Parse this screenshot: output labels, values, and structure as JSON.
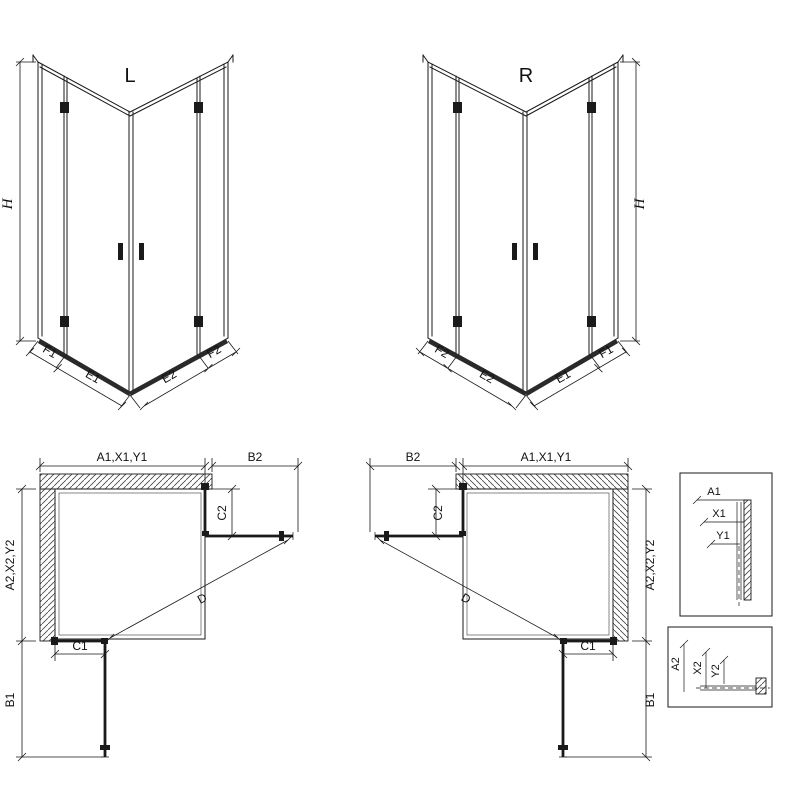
{
  "front_views": {
    "left": {
      "variant": "L",
      "height": "H",
      "f1": "F1",
      "e1": "E1",
      "e2": "E2",
      "f2": "F2"
    },
    "right": {
      "variant": "R",
      "height": "H",
      "f1": "F1",
      "e1": "E1",
      "e2": "E2",
      "f2": "F2"
    }
  },
  "plan_views": {
    "left": {
      "top_width": "A1,X1,Y1",
      "door_span": "B2",
      "door_return": "C2",
      "side_depth": "A2,X2,Y2",
      "fixed_width": "C1",
      "door_drop": "B1",
      "diagonal": "D"
    },
    "right": {
      "top_width": "A1,X1,Y1",
      "door_span": "B2",
      "door_return": "C2",
      "side_depth": "A2,X2,Y2",
      "fixed_width": "C1",
      "door_drop": "B1",
      "diagonal": "D"
    }
  },
  "detail_views": {
    "top": {
      "a1": "A1",
      "x1": "X1",
      "y1": "Y1"
    },
    "bottom": {
      "a2": "A2",
      "x2": "X2",
      "y2": "Y2"
    }
  },
  "colors": {
    "line": "#1a1a1a",
    "background": "#ffffff"
  }
}
